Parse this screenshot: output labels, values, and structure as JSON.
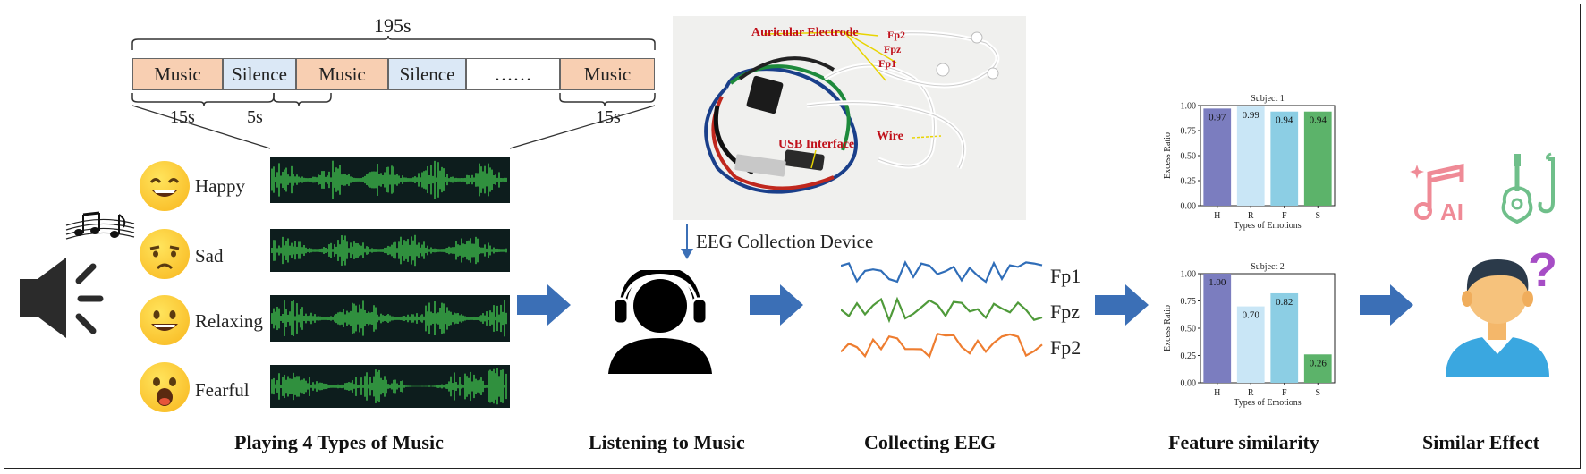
{
  "timeline": {
    "total": "195s",
    "segments": [
      {
        "label": "Music",
        "kind": "music"
      },
      {
        "label": "Silence",
        "kind": "silence"
      },
      {
        "label": "Music",
        "kind": "music"
      },
      {
        "label": "Silence",
        "kind": "silence"
      },
      {
        "label": "……",
        "kind": "dots"
      },
      {
        "label": "Music",
        "kind": "music"
      }
    ],
    "durations": [
      "15s",
      "5s",
      "15s"
    ]
  },
  "emotions": [
    "Happy",
    "Sad",
    "Relaxing",
    "Fearful"
  ],
  "device": {
    "caption": "EEG Collection Device",
    "labels": {
      "auricular": "Auricular Electrode",
      "fp2": "Fp2",
      "fpz": "Fpz",
      "fp1": "Fp1",
      "usb": "USB Interface",
      "wire": "Wire"
    }
  },
  "eeg": {
    "channels": [
      {
        "name": "Fp1",
        "color": "#2f6db8"
      },
      {
        "name": "Fpz",
        "color": "#4f9a3a"
      },
      {
        "name": "Fp2",
        "color": "#ee7d30"
      }
    ]
  },
  "stages": {
    "playing": "Playing 4 Types of Music",
    "listening": "Listening to Music",
    "collecting": "Collecting EEG",
    "feature": "Feature similarity",
    "similar": "Similar Effect"
  },
  "icons": {
    "ai_text": "AI",
    "question": "?"
  },
  "chart_data": [
    {
      "type": "bar",
      "title": "Subject 1",
      "categories": [
        "H",
        "R",
        "F",
        "S"
      ],
      "values": [
        0.97,
        0.99,
        0.94,
        0.94
      ],
      "value_labels": [
        "0.97",
        "0.99",
        "0.94",
        "0.94"
      ],
      "xlabel": "Types  of  Emotions",
      "ylabel": "Excess Ratio",
      "ylim": [
        0,
        1.0
      ],
      "yticks": [
        "0.00",
        "0.25",
        "0.50",
        "0.75",
        "1.00"
      ],
      "colors": [
        "#7b7dbf",
        "#c9e6f6",
        "#8ccee4",
        "#5cb36a"
      ]
    },
    {
      "type": "bar",
      "title": "Subject 2",
      "categories": [
        "H",
        "R",
        "F",
        "S"
      ],
      "values": [
        1.0,
        0.7,
        0.82,
        0.26
      ],
      "value_labels": [
        "1.00",
        "0.70",
        "0.82",
        "0.26"
      ],
      "xlabel": "Types  of  Emotions",
      "ylabel": "Excess Ratio",
      "ylim": [
        0,
        1.0
      ],
      "yticks": [
        "0.00",
        "0.25",
        "0.50",
        "0.75",
        "1.00"
      ],
      "colors": [
        "#7b7dbf",
        "#c9e6f6",
        "#8ccee4",
        "#5cb36a"
      ]
    }
  ]
}
